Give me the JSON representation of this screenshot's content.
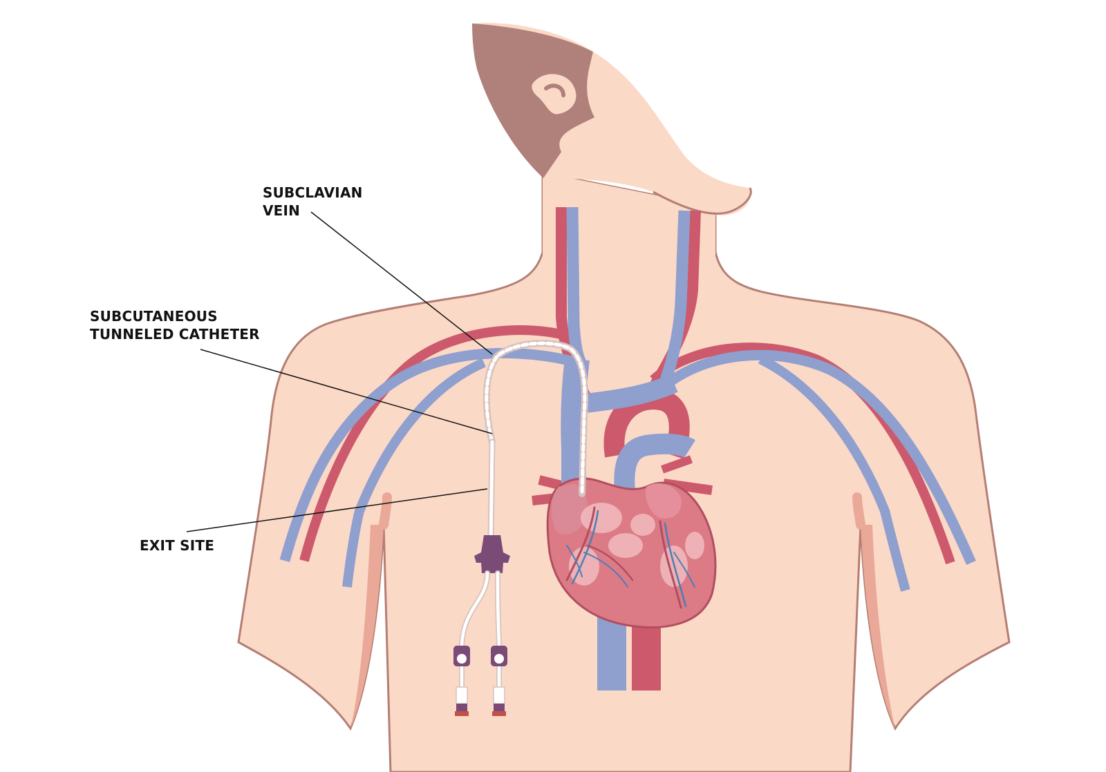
{
  "labels": {
    "subclavian_vein": [
      "SUBCLAVIAN",
      "VEIN"
    ],
    "subcutaneous_catheter": [
      "SUBCUTANEOUS",
      "TUNNELED CATHETER"
    ],
    "exit_site": "EXIT SITE"
  },
  "colors": {
    "skin": "#fbd9c7",
    "skin_outline": "#b47e74",
    "skin_shadow": "#e9a898",
    "hair": "#b0807a",
    "vein": "#8f9fce",
    "artery": "#cc5a6c",
    "heart": "#dc7a86",
    "heart_fat": "#f0b8bc",
    "catheter": "#ffffff",
    "catheter_outline": "#d7c2bd",
    "clamp": "#7b4b78",
    "leader_line": "#111111"
  }
}
